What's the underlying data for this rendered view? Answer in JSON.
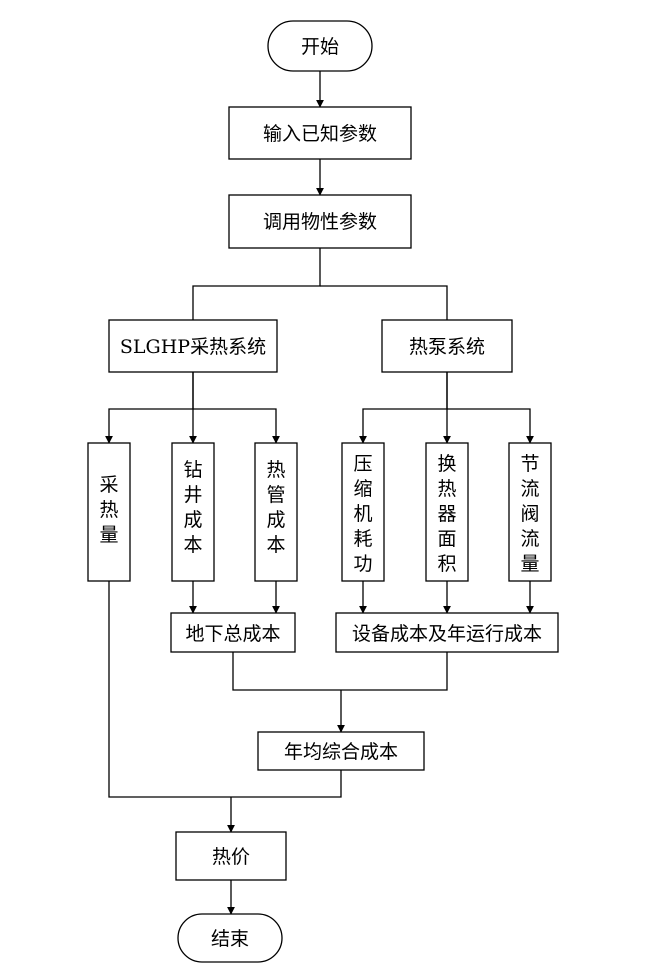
{
  "nodes": {
    "start": "开始",
    "input_params": "输入已知参数",
    "call_props": "调用物性参数",
    "slghp": "SLGHP采热系统",
    "heat_pump": "热泵系统",
    "heat_extraction": "采热量",
    "drilling_cost": "钻井成本",
    "heat_pipe_cost": "热管成本",
    "compressor_power": "压缩机耗功",
    "hx_area": "换热器面积",
    "valve_flow": "节流阀流量",
    "underground_cost": "地下总成本",
    "equipment_cost": "设备成本及年运行成本",
    "annual_cost": "年均综合成本",
    "heat_price": "热价",
    "end": "结束"
  }
}
